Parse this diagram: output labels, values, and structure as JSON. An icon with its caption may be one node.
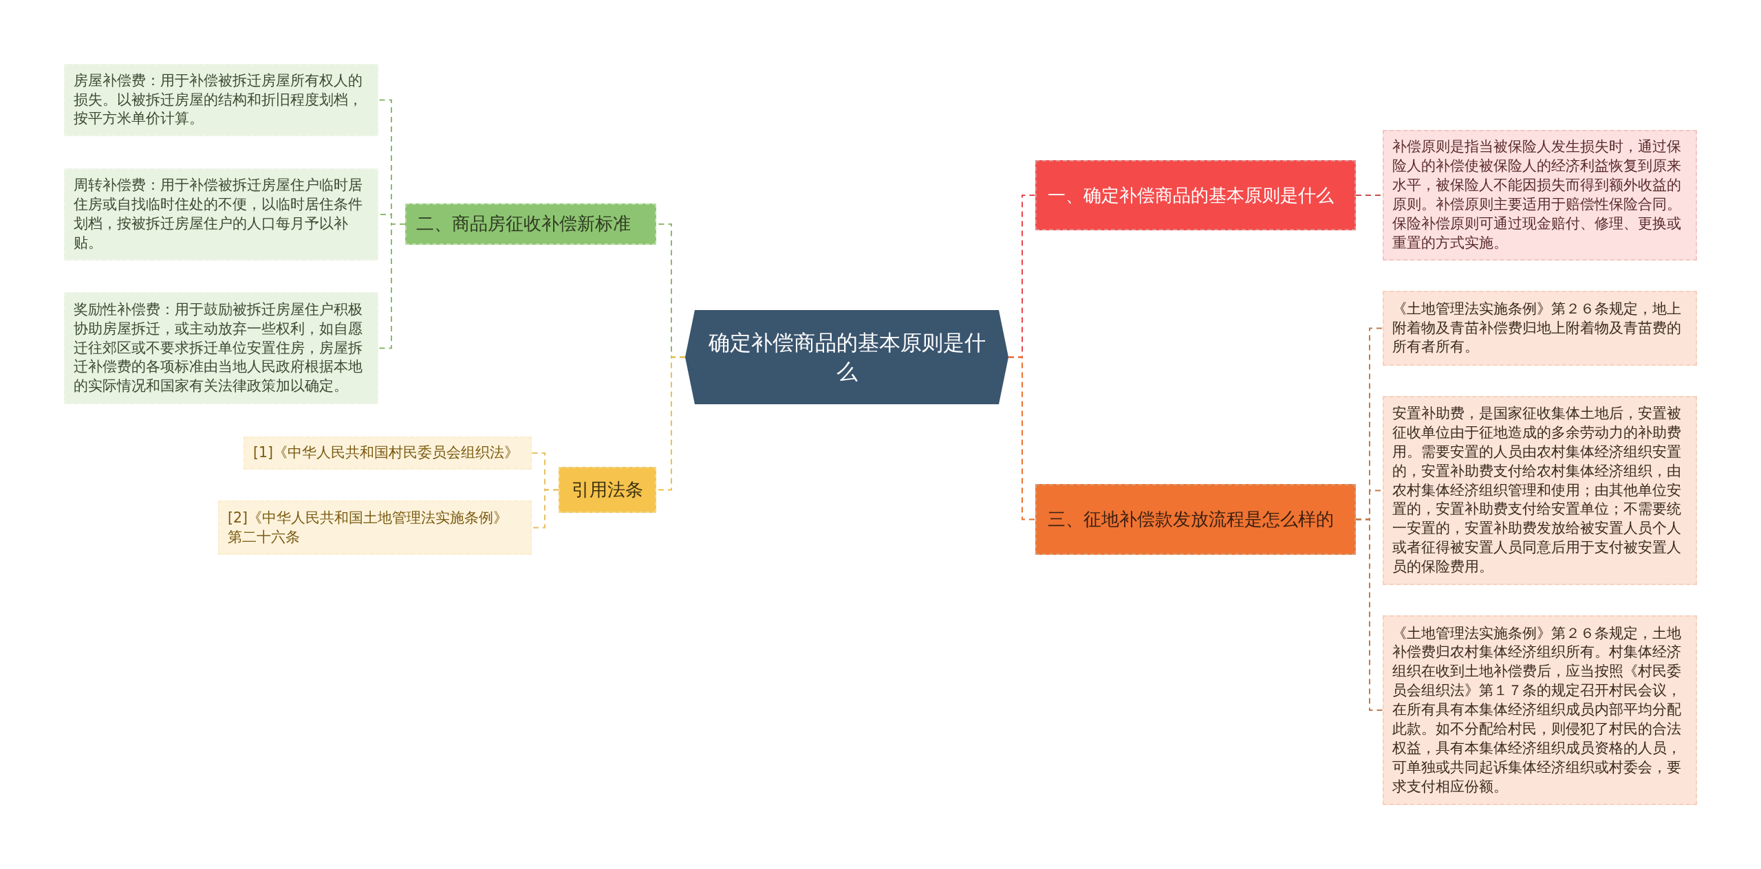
{
  "diagram": {
    "nodes": [
      {
        "text": [
          "确定补偿商品的基本原则是什么"
        ]
      },
      {
        "text": [
          "一、确定补偿商品的基本原则是什么"
        ]
      },
      {
        "text": [
          "补偿原则是指当被保险人发生损失时，通过保险人的补偿使被保险人的经济利益恢复到原来水平，被保险人不能因损失而得到额外收益的原则。补偿原则主要适用于赔偿性保险合同。保险补偿原则可通过现金赔付、修理、更换或重置的方式实施。"
        ]
      },
      {
        "text": [
          "三、征地补偿款发放流程是怎么样的"
        ]
      },
      {
        "text": [
          "《土地管理法实施条例》第２６条规定，地上附着物及青苗补偿费归地上附着物及青苗费的所有者所有。"
        ]
      },
      {
        "text": [
          "安置补助费，是国家征收集体土地后，安置被征收单位由于征地造成的多余劳动力的补助费用。需要安置的人员由农村集体经济组织安置的，安置补助费支付给农村集体经济组织，由农村集体经济组织管理和使用；由其他单位安置的，安置补助费支付给安置单位；不需要统一安置的，安置补助费发放给被安置人员个人或者征得被安置人员同意后用于支付被安置人员的保险费用。"
        ]
      },
      {
        "text": [
          "《土地管理法实施条例》第２６条规定，土地补偿费归农村集体经济组织所有。村集体经济组织在收到土地补偿费后，应当按照《村民委员会组织法》第１７条的规定召开村民会议，在所有具有本集体经济组织成员内部平均分配此款。如不分配给村民，则侵犯了村民的合法权益，具有本集体经济组织成员资格的人员，可单独或共同起诉集体经济组织或村委会，要求支付相应份额。"
        ]
      },
      {
        "text": [
          "二、商品房征收补偿新标准"
        ]
      },
      {
        "text": [
          "房屋补偿费：用于补偿被拆迁房屋所有权人的损失。以被拆迁房屋的结构和折旧程度划档，按平方米单价计算。"
        ]
      },
      {
        "text": [
          "周转补偿费：用于补偿被拆迁房屋住户临时居住房或自找临时住处的不便，以临时居住条件划档，按被拆迁房屋住户的人口每月予以补贴。"
        ]
      },
      {
        "text": [
          "奖励性补偿费：用于鼓励被拆迁房屋住户积极协助房屋拆迁，或主动放弃一些权利，如自愿迁往郊区或不要求拆迁单位安置住房，房屋拆迁补偿费的各项标准由当地人民政府根据本地的实际情况和国家有关法律政策加以确定。"
        ]
      },
      {
        "text": [
          "引用法条"
        ]
      },
      {
        "text": [
          "[1]《中华人民共和国村民委员会组织法》"
        ]
      },
      {
        "text": [
          "[2]《中华人民共和国土地管理法实施条例》第二十六条"
        ]
      }
    ],
    "edges": [
      {
        "from": 0,
        "to": 1,
        "arrow": "none",
        "style": "dashed",
        "color": "#e8454a"
      },
      {
        "from": 1,
        "to": 2,
        "arrow": "none",
        "style": "dashed",
        "color": "#c0504d"
      },
      {
        "from": 0,
        "to": 3,
        "arrow": "none",
        "style": "dashed",
        "color": "#e8702e"
      },
      {
        "from": 3,
        "to": 4,
        "arrow": "none",
        "style": "dashed",
        "color": "#c07a4a"
      },
      {
        "from": 3,
        "to": 5,
        "arrow": "none",
        "style": "dashed",
        "color": "#c07a4a"
      },
      {
        "from": 3,
        "to": 6,
        "arrow": "none",
        "style": "dashed",
        "color": "#c07a4a"
      },
      {
        "from": 0,
        "to": 7,
        "arrow": "none",
        "style": "dashed",
        "color": "#8cb86a"
      },
      {
        "from": 7,
        "to": 8,
        "arrow": "none",
        "style": "dashed",
        "color": "#8cb86a"
      },
      {
        "from": 7,
        "to": 9,
        "arrow": "none",
        "style": "dashed",
        "color": "#8cb86a"
      },
      {
        "from": 7,
        "to": 10,
        "arrow": "none",
        "style": "dashed",
        "color": "#8cb86a"
      },
      {
        "from": 0,
        "to": 11,
        "arrow": "none",
        "style": "dashed",
        "color": "#f0c040"
      },
      {
        "from": 11,
        "to": 12,
        "arrow": "none",
        "style": "dashed",
        "color": "#e8c060"
      },
      {
        "from": 11,
        "to": 13,
        "arrow": "none",
        "style": "dashed",
        "color": "#e8c060"
      }
    ]
  }
}
